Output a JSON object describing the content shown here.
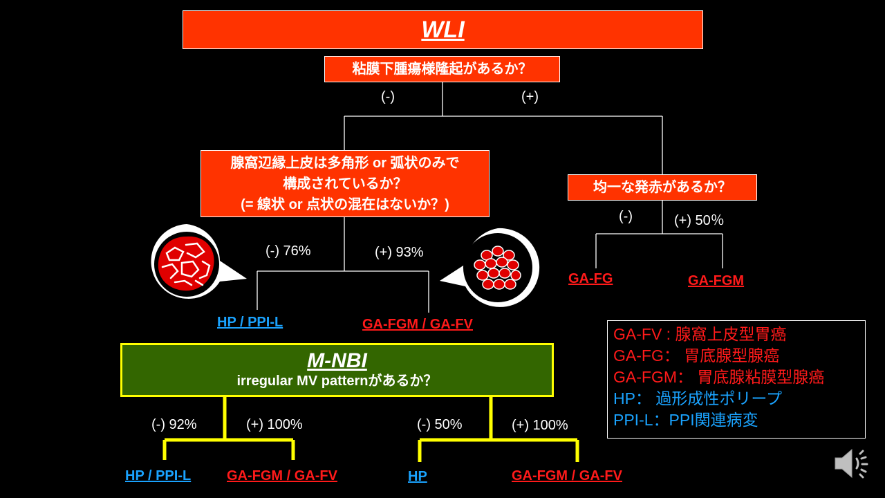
{
  "wli": {
    "title": "WLI"
  },
  "q1": "粘膜下腫瘍様隆起があるか？",
  "q1_neg": "(-)",
  "q1_pos": "(+)",
  "q2": {
    "line1": "腺窩辺縁上皮は多角形 or 弧状のみで",
    "line2": "構成されているか？",
    "line3": "(= 線状 or 点状の混在はないか？)"
  },
  "q2_neg": "(-) 76%",
  "q2_pos": "(+) 93%",
  "q3": "均一な発赤があるか？",
  "q3_neg": "(-)",
  "q3_pos": "(+) 50％",
  "leaf_hp_ppil": "HP / PPI-L",
  "leaf_gafgm_gafv": "GA-FGM / GA-FV",
  "leaf_gafg": "GA-FG",
  "leaf_gafgm": "GA-FGM",
  "mnbi": {
    "title": "M-NBI",
    "question": "irregular MV patternがあるか？"
  },
  "mnbi_left_neg": "(-) 92%",
  "mnbi_left_pos": "(+) 100%",
  "mnbi_right_neg": "(-) 50%",
  "mnbi_right_pos": "(+) 100%",
  "bottom_leaves": {
    "hp_ppil": "HP / PPI-L",
    "gafgm_gafv_1": "GA-FGM / GA-FV",
    "hp": "HP",
    "gafgm_gafv_2": "GA-FGM / GA-FV"
  },
  "legend": [
    {
      "text": "GA-FV : 腺窩上皮型胃癌",
      "color": "#ff1a1a"
    },
    {
      "text": "GA-FG： 胃底腺型腺癌",
      "color": "#ff1a1a"
    },
    {
      "text": "GA-FGM： 胃底腺粘膜型腺癌",
      "color": "#ff1a1a"
    },
    {
      "text": "HP： 過形成性ポリープ",
      "color": "#1aa3ff"
    },
    {
      "text": "PPI-L：PPI関連病変",
      "color": "#1aa3ff"
    }
  ],
  "colors": {
    "box_red": "#ff3300",
    "mnbi_green": "#336600",
    "mnbi_border": "#ffff00",
    "leaf_blue": "#1aa3ff",
    "leaf_red": "#ff1a1a"
  },
  "icons": [
    "speaker-icon",
    "polygonal-pit-illustration",
    "round-pit-illustration"
  ]
}
